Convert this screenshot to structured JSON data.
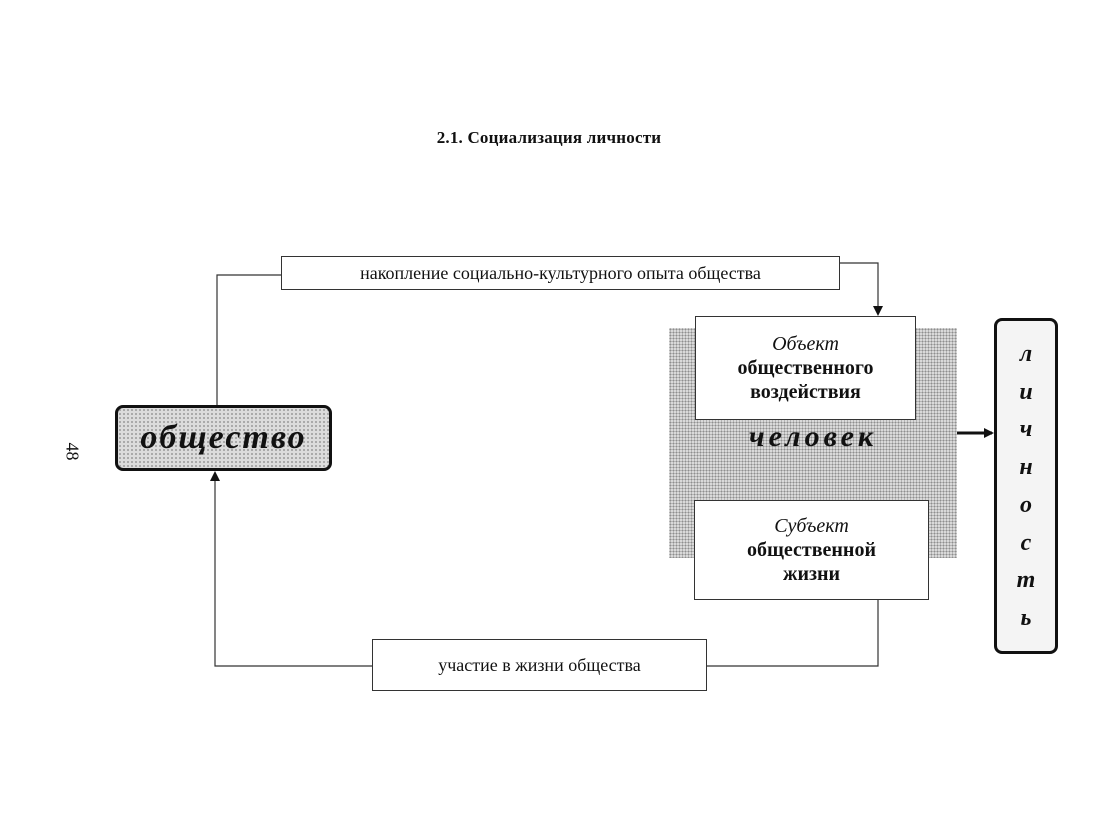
{
  "heading": "2.1. Социализация личности",
  "page_number": "48",
  "diagram": {
    "top_flow_label": "накопление социально-культурного опыта общества",
    "bottom_flow_label": "участие в жизни общества",
    "society_label": "общество",
    "human_label": "человек",
    "object_box": {
      "title": "Объект",
      "line1": "общественного",
      "line2": "воздействия"
    },
    "subject_box": {
      "title": "Субъект",
      "line1": "общественной",
      "line2": "жизни"
    },
    "personality_letters": [
      "л",
      "и",
      "ч",
      "н",
      "о",
      "с",
      "т",
      "ь"
    ]
  }
}
